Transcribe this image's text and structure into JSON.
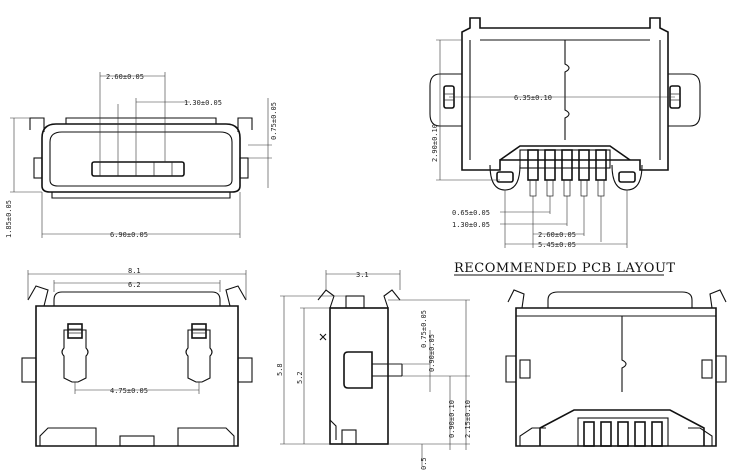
{
  "title": "RECOMMENDED PCB LAYOUT",
  "front_view": {
    "dims": {
      "pitch_top": "2.60±0.05",
      "pitch_small": "1.30±0.05",
      "right_height": "0.75±0.05",
      "left_height": "1.85±0.05",
      "width": "6.90±0.05"
    }
  },
  "pcb_layout": {
    "dims": {
      "tab_span": "6.35±0.10",
      "vertical": "2.90±0.10",
      "pad_pitch": "0.65±0.05",
      "pad_span_small": "1.30±0.05",
      "pad_span_mid": "2.60±0.05",
      "pad_span_large": "5.45±0.05"
    }
  },
  "bottom_view": {
    "dims": {
      "outer_width": "8.1",
      "inner_width": "6.2",
      "post_span": "4.75±0.05"
    }
  },
  "side_view": {
    "dims": {
      "top_width": "3.1",
      "overall_height": "5.8",
      "body_height": "5.2",
      "pin_height": "0.90±0.05",
      "lower_a": "0.90±0.10",
      "lower_b": "2.15±0.10",
      "bottom_tick": "0.5"
    }
  }
}
